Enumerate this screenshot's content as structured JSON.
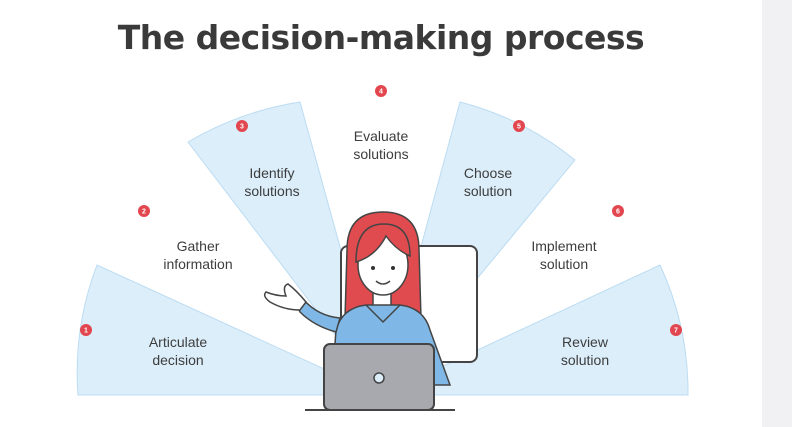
{
  "title": "The decision-making process",
  "colors": {
    "wedge_fill": "#dbeefa",
    "wedge_edge": "#bcdcf2",
    "step_dot": "#e2474f",
    "hair": "#e04b4f",
    "shirt": "#7fb8e6",
    "laptop": "#a7a9ae",
    "text": "#3d3d3d"
  },
  "steps": [
    {
      "number": "1",
      "line1": "Articulate",
      "line2": "decision"
    },
    {
      "number": "2",
      "line1": "Gather",
      "line2": "information"
    },
    {
      "number": "3",
      "line1": "Identify",
      "line2": "solutions"
    },
    {
      "number": "4",
      "line1": "Evaluate",
      "line2": "solutions"
    },
    {
      "number": "5",
      "line1": "Choose",
      "line2": "solution"
    },
    {
      "number": "6",
      "line1": "Implement",
      "line2": "solution"
    },
    {
      "number": "7",
      "line1": "Review",
      "line2": "solution"
    }
  ]
}
